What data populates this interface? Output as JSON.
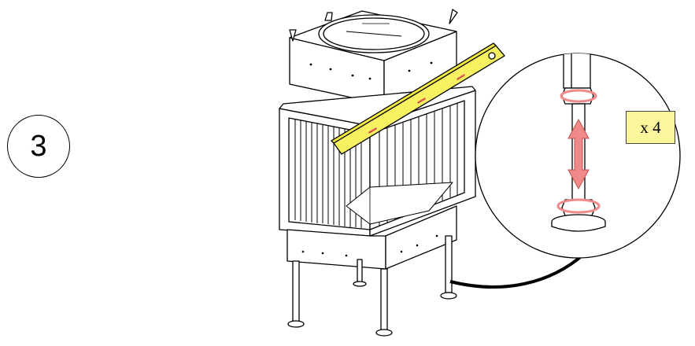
{
  "step": {
    "number": "3"
  },
  "callout": {
    "quantity_label": "x 4"
  },
  "parts": {
    "spirit_level": "spirit-level",
    "fireplace_body": "corner-fireplace-insert",
    "adjustable_feet": "adjustable-leveling-foot"
  },
  "icons": {
    "adjust_arrow": "double-arrow-vertical-icon",
    "rotate_marker": "rotation-ring-icon",
    "leader": "callout-leader-curve"
  },
  "colors": {
    "level_yellow": "#f7f060",
    "level_mark": "#d9534f",
    "arrow_pink": "#f08a8a",
    "label_bg": "#fbf59b",
    "outline": "#000000"
  }
}
